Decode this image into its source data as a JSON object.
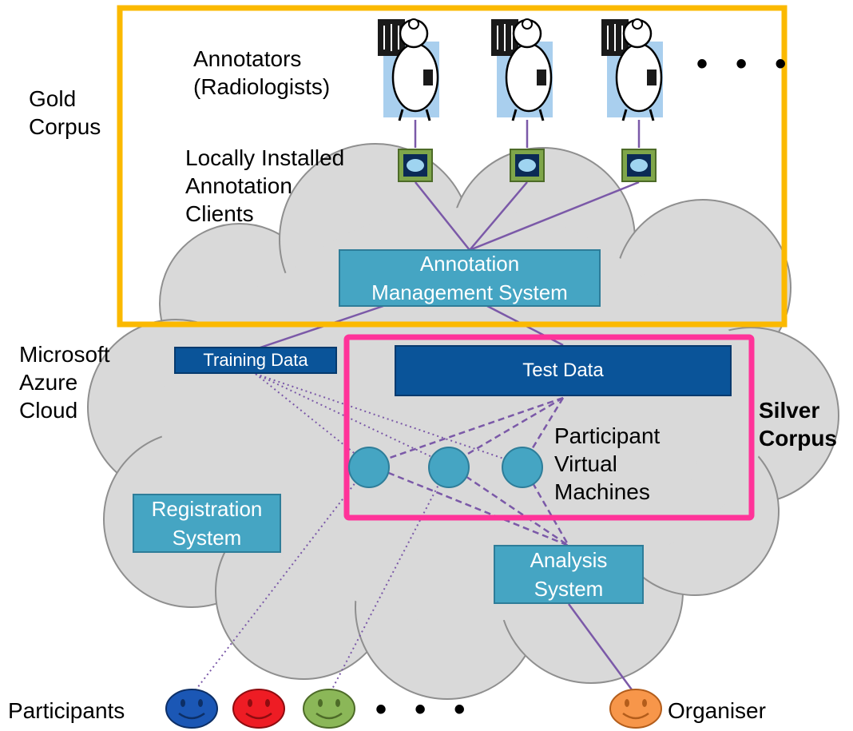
{
  "labels": {
    "gold_corpus": [
      "Gold",
      "Corpus"
    ],
    "annotators": [
      "Annotators",
      "(Radiologists)"
    ],
    "clients": [
      "Locally Installed",
      "Annotation",
      "Clients"
    ],
    "azure": [
      "Microsoft",
      "Azure",
      "Cloud"
    ],
    "silver_corpus": [
      "Silver",
      "Corpus"
    ],
    "participant_vms": [
      "Participant",
      "Virtual",
      "Machines"
    ],
    "participants": "Participants",
    "organiser": "Organiser",
    "ellipsis": "• • •"
  },
  "systems": {
    "annotation_management": [
      "Annotation",
      "Management System"
    ],
    "training_data": "Training Data",
    "test_data": "Test Data",
    "registration": [
      "Registration",
      "System"
    ],
    "analysis": [
      "Analysis",
      "System"
    ]
  },
  "colors": {
    "gold_frame": "#fbb900",
    "silver_frame": "#ff3399",
    "cloud_fill": "#d9d9d9",
    "cloud_stroke": "#8f8f8f",
    "system_box": "#45a5c3",
    "data_box": "#0a5499",
    "connector": "#7b59a8",
    "client_icon": "#7fa64a",
    "participant_1": "#1b57b5",
    "participant_2": "#ee1c24",
    "participant_3": "#8bb758",
    "organiser": "#f7964a"
  },
  "icons": {
    "annotator": "radiologist-doctor-icon",
    "client": "annotation-client-icon",
    "participant": "smiley-face-icon",
    "vm": "virtual-machine-circle"
  }
}
